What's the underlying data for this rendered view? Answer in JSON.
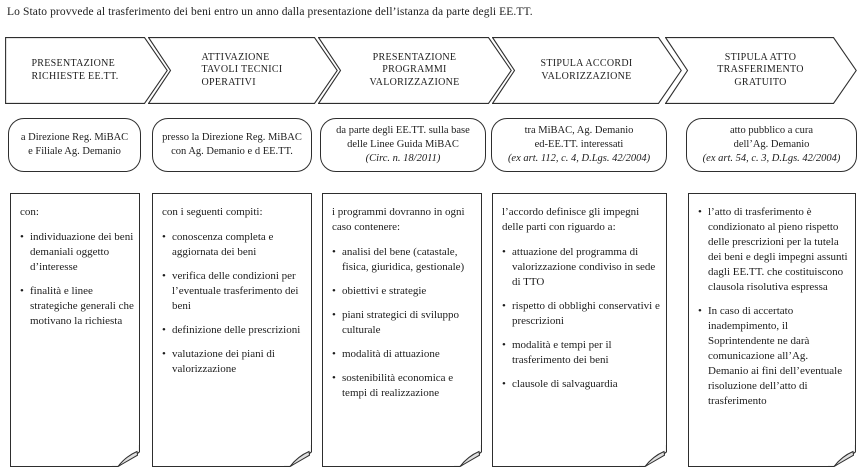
{
  "intro": "Lo Stato provvede al trasferimento dei beni entro un anno dalla presentazione dell’istanza da parte degli EE.TT.",
  "colors": {
    "line": "#2e2e2e",
    "text": "#1c1c1c",
    "fold_fill": "#e0e0e0",
    "background": "#ffffff"
  },
  "steps": [
    {
      "title": "PRESENTAZIONE\nRICHIESTE  EE.TT.",
      "box_text": "a Direzione Reg. MiBAC\ne Filiale  Ag. Demanio",
      "box_note": "",
      "lead": "con:",
      "bullets": [
        "individuazione dei beni demaniali oggetto d’interesse",
        "finalità e linee strategiche generali che motivano la richiesta"
      ]
    },
    {
      "title": "ATTIVAZIONE\nTAVOLI TECNICI\nOPERATIVI",
      "box_text": "presso la Direzione Reg. MiBAC\ncon Ag. Demanio e d EE.TT.",
      "box_note": "",
      "lead": "con i seguenti compiti:",
      "bullets": [
        "conoscenza completa e aggiornata dei beni",
        "verifica delle condizioni per l’eventuale trasferimento dei beni",
        "definizione delle prescrizioni",
        "valutazione dei piani di valorizzazione"
      ]
    },
    {
      "title": "PRESENTAZIONE\nPROGRAMMI\nVALORIZZAZIONE",
      "box_text": "da parte degli EE.TT. sulla base\ndelle Linee Guida MiBAC",
      "box_note": "(Circ. n. 18/2011)",
      "lead": "i programmi dovranno in ogni caso contenere:",
      "bullets": [
        "analisi del bene (catastale, fisica, giuridica, gestionale)",
        "obiettivi e strategie",
        "piani strategici di sviluppo culturale",
        "modalità di attuazione",
        "sostenibilità economica e tempi di realizzazione"
      ]
    },
    {
      "title": "STIPULA ACCORDI\nVALORIZZAZIONE",
      "box_text": "tra MiBAC, Ag. Demanio\ned-EE.TT. interessati",
      "box_note": "(ex art. 112, c. 4, D.Lgs. 42/2004)",
      "lead": "l’accordo definisce gli impegni delle parti con riguardo a:",
      "bullets": [
        "attuazione del programma di valorizzazione condiviso in sede di TTO",
        "rispetto  di obblighi conservativi e prescrizioni",
        "modalità  e tempi per il trasferimento dei beni",
        "clausole di salvaguardia"
      ]
    },
    {
      "title": "STIPULA ATTO\nTRASFERIMENTO\nGRATUITO",
      "box_text": "atto pubblico a cura\ndell’Ag. Demanio",
      "box_note": "(ex art. 54, c. 3, D.Lgs. 42/2004)",
      "lead": "",
      "bullets": [
        "l’atto di trasferimento è condizionato al pieno rispetto delle prescrizioni per la tutela dei beni e degli impegni assunti dagli EE.TT. che costituiscono clausola risolutiva espressa",
        "In caso di accertato inadempimento, il Soprintendente  ne darà comunicazione all’Ag. Demanio ai fini dell’eventuale risoluzione dell’atto di trasferimento"
      ]
    }
  ]
}
